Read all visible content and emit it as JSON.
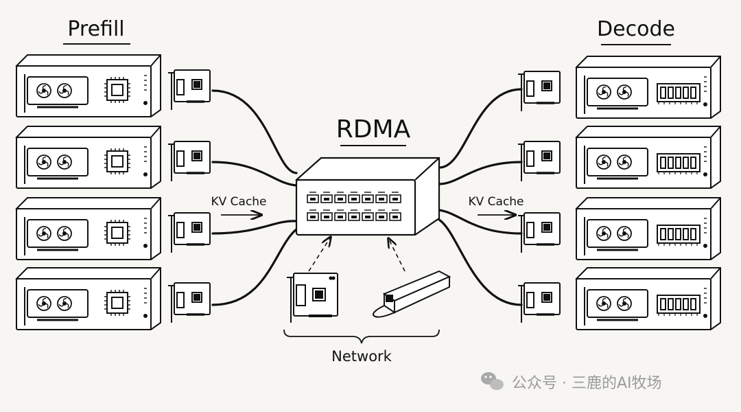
{
  "groups": {
    "prefill": {
      "label": "Prefill",
      "server_count": 4
    },
    "decode": {
      "label": "Decode",
      "server_count": 4
    }
  },
  "switch": {
    "label": "RDMA",
    "port_rows": 2,
    "ports_per_row": 7
  },
  "flows": {
    "left": "KV Cache",
    "right": "KV Cache"
  },
  "network": {
    "label": "Network",
    "components": [
      "nic-card",
      "transceiver-module"
    ]
  },
  "watermark": {
    "text": "公众号 · 三鹿的AI牧场"
  },
  "colors": {
    "ink": "#111111",
    "background": "#f7f6f3",
    "watermark": "#9a9a9a"
  }
}
